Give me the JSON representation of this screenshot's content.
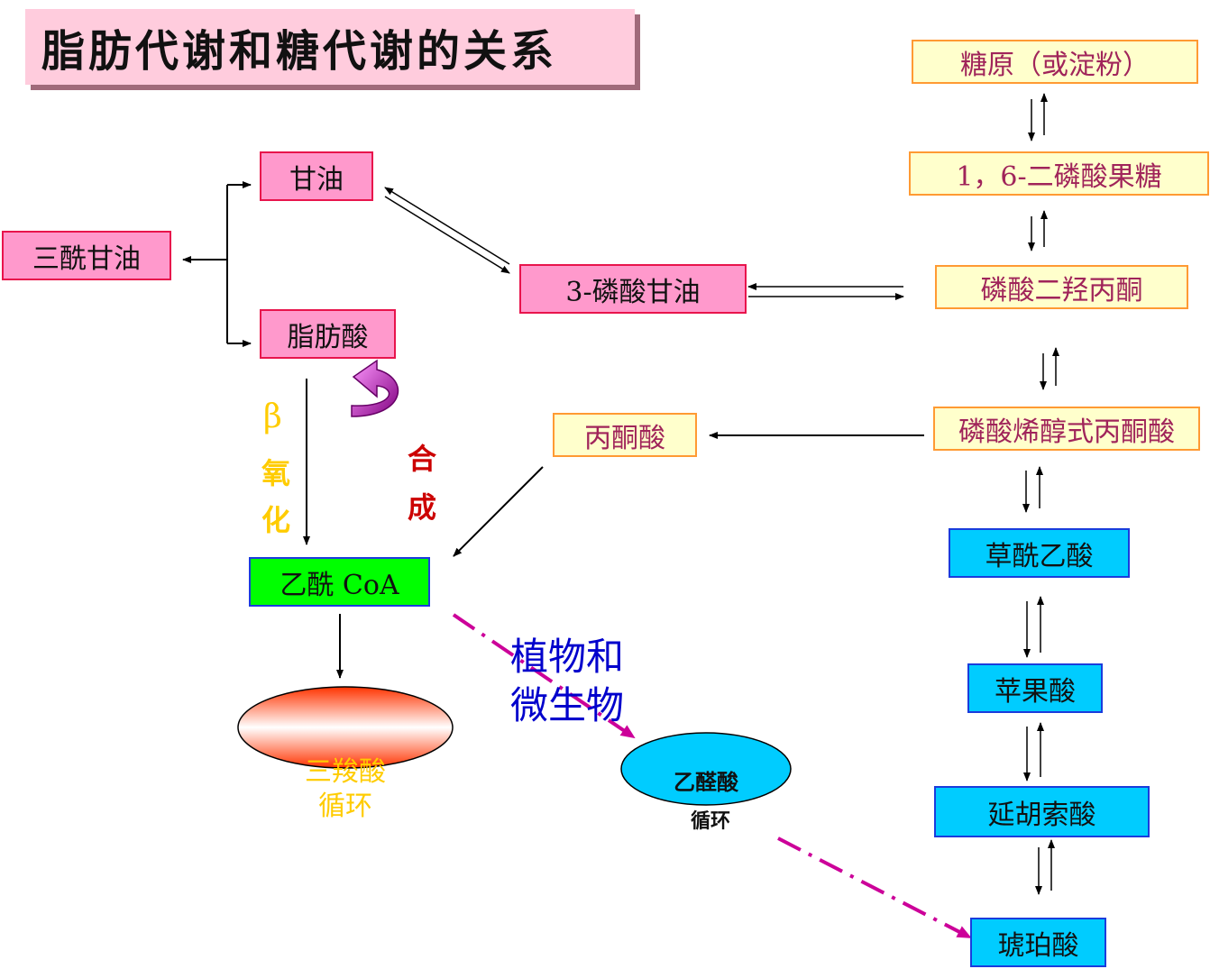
{
  "title": "脂肪代谢和糖代谢的关系",
  "nodes": {
    "triacylglycerol": "三酰甘油",
    "glycerol": "甘油",
    "fatty_acid": "脂肪酸",
    "glycerol_3_phosphate": "3-磷酸甘油",
    "pyruvate": "丙酮酸",
    "acetyl_coa": "乙酰 CoA",
    "tca_cycle": "三羧酸\n循环",
    "glyoxylate_cycle_1": "乙醛酸",
    "glyoxylate_cycle_2": "循环",
    "glycogen": "糖原（或淀粉）",
    "fructose_bisphosphate": "1，6-二磷酸果糖",
    "dhap": "磷酸二羟丙酮",
    "pep": "磷酸烯醇式丙酮酸",
    "oxaloacetate": "草酰乙酸",
    "malate": "苹果酸",
    "fumarate": "延胡索酸",
    "succinate": "琥珀酸"
  },
  "labels": {
    "beta": "β",
    "oxidation_1": "氧",
    "oxidation_2": "化",
    "synthesis_1": "合",
    "synthesis_2": "成",
    "plants_microbes_1": "植物和",
    "plants_microbes_2": "微生物"
  },
  "colors": {
    "pink_fill": "#ff99cc",
    "yellow_fill": "#ffffcc",
    "blue_fill": "#00ccff",
    "green_fill": "#00ff00",
    "magenta_arrow": "#cc0099",
    "beta_text": "#ffcc00",
    "synthesis_text": "#cc0000",
    "plants_text": "#0000cc"
  }
}
